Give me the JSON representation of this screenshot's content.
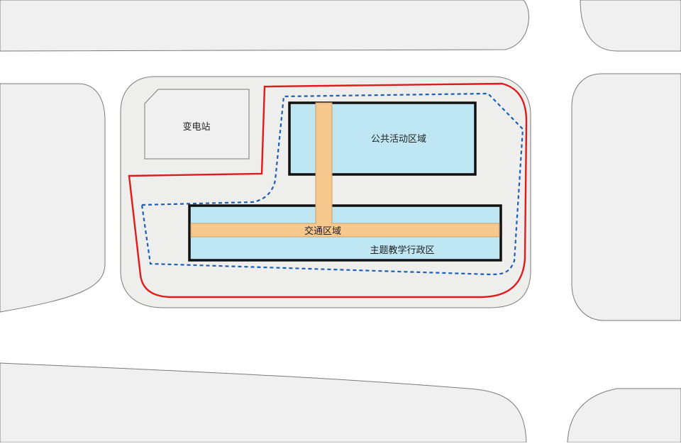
{
  "labels": {
    "substation": "变电站",
    "public_zone": "公共活动区域",
    "traffic_zone": "交通区域",
    "teaching_zone": "主题教学行政区"
  },
  "colors": {
    "background": "#ffffff",
    "block": "#f0f0f0",
    "block_stroke": "#7a7a7a",
    "site_fill": "#eeeeec",
    "red_boundary": "#e01b1b",
    "blue_dashed": "#1e5fb4",
    "building_fill": "#bfe7f3",
    "building_stroke": "#111111",
    "traffic_fill": "#f7c88e",
    "traffic_stroke": "#c8a06a"
  }
}
